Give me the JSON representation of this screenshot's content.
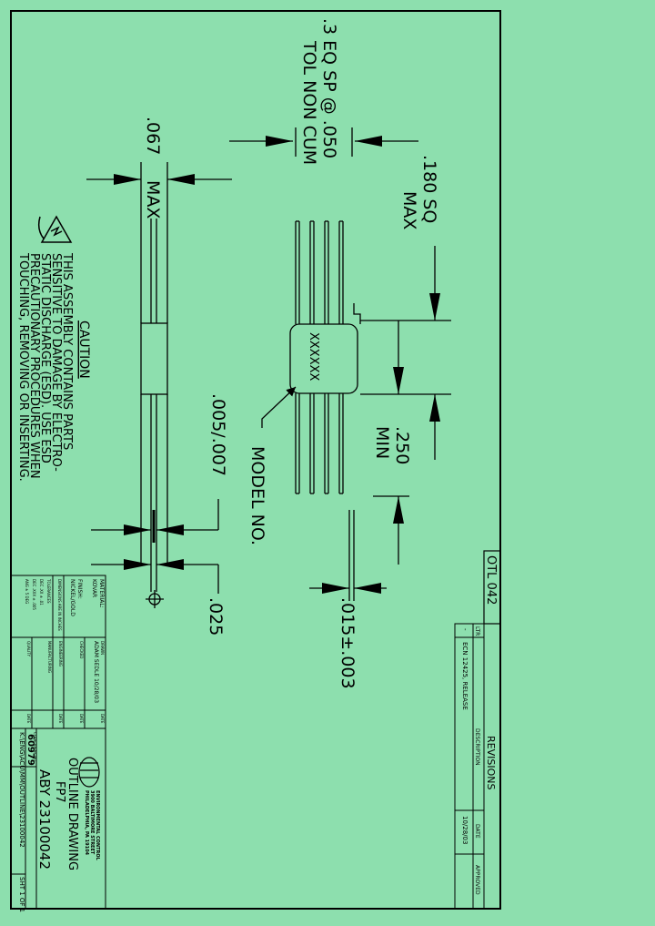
{
  "colors": {
    "background": "#8ddfae",
    "ink": "#000000"
  },
  "drawing_number": "OTL 042",
  "dimensions": {
    "pin_spacing_1": ".3 EQ SP @ .050",
    "pin_spacing_2": "TOL NON CUM",
    "thickness_1": ".067",
    "thickness_2": "MAX",
    "body_size_1": ".180 SQ",
    "body_size_2": "MAX",
    "lead_length_1": ".250",
    "lead_length_2": "MIN",
    "lead_thickness": ".005/.007",
    "lead_width": ".015±.003",
    "lead_offset": ".025"
  },
  "body_marking": "XXXXXX",
  "model_callout": "MODEL NO.",
  "esd_icon": "esd-warning-icon",
  "caution": {
    "title": "CAUTION",
    "lines": [
      "THIS ASSEMBLY CONTAINS PARTS",
      "SENSITIVE TO DAMAGE BY ELECTRO-",
      "STATIC DISCHARGE (ESD). USE ESD",
      "PRECAUTIONARY PROCEDURES WHEN",
      "TOUCHING, REMOVING OR INSERTING."
    ]
  },
  "revisions": {
    "title": "REVISIONS",
    "headers": {
      "ltr": "LTR",
      "description": "DESCRIPTION",
      "date": "DATE",
      "approved": "APPROVED"
    },
    "rows": [
      {
        "ltr": "-",
        "description": "ECN 12425, RELEASE",
        "date": "10/28/03",
        "approved": ""
      }
    ]
  },
  "title_block": {
    "material_label": "MATERIAL:",
    "material_value": "KOVAR",
    "finish_label": "FINISH:",
    "finish_value": "NICKEL/GOLD",
    "note_1": "DIMENSIONS ARE IN INCHES",
    "note_2": "TOLERANCES",
    "note_3": "DEC .XX ± .01",
    "note_4": "DEC .XXX ± .005",
    "note_5": "ANG ± 5 DEG",
    "drawn_label": "DRAWN",
    "drawn_value": "ADAM SEDLE 10/28/03",
    "date_label": "DATE",
    "checked_label": "CHECKED",
    "engineering_label": "ENGINEERING",
    "manufacturing_label": "MANUFACTURING",
    "quality_label": "QUALITY",
    "company_1": "ENVIRONMENTAL CONTROL",
    "company_2": "3900 BALTIMORE STREET",
    "company_3": "PHILADELPHIA, PA 19104",
    "code_label": "CODE IDENT NO.",
    "code_value": "60979",
    "title_1": "OUTLINE DRAWING",
    "title_2": "FP7",
    "part_number": "ABY 23100042",
    "file_path": "K:\\ENG\\ACU\\MM\\OUTLINE\\23100042",
    "sheet": "SHT 1 OF 1"
  }
}
